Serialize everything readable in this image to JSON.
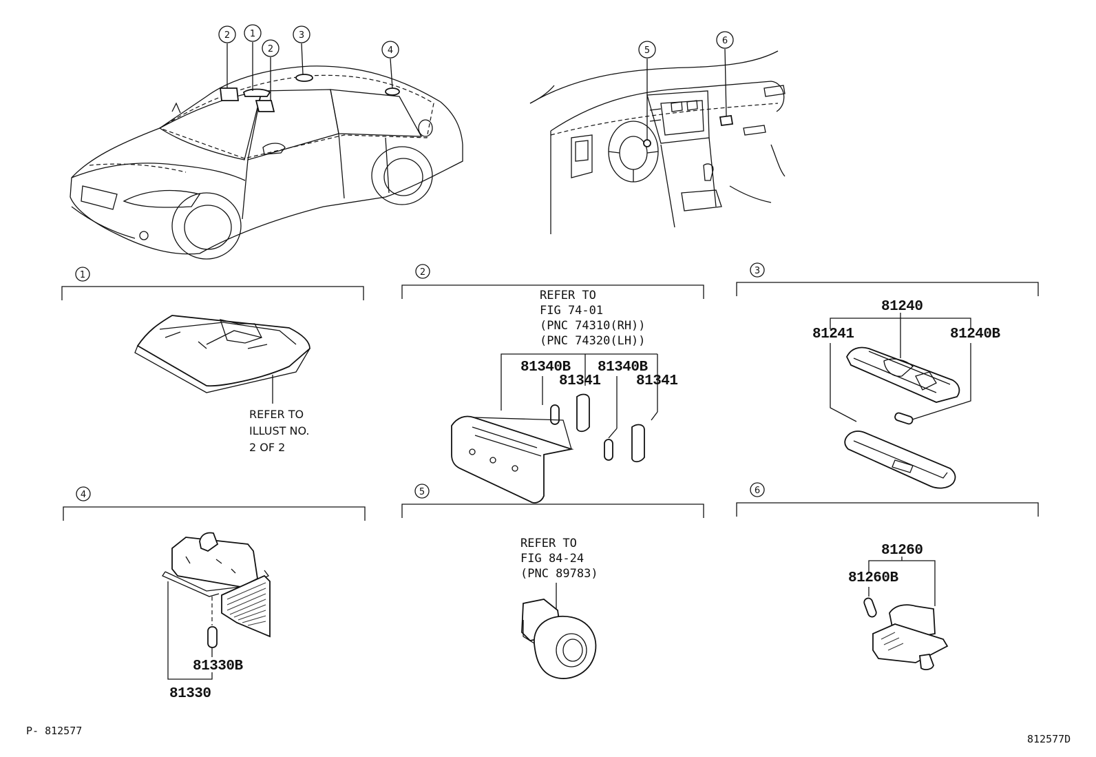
{
  "callouts": {
    "car": [
      "2",
      "1",
      "2",
      "3",
      "4"
    ],
    "dash": [
      "5",
      "6"
    ]
  },
  "sections": [
    {
      "number": "1"
    },
    {
      "number": "2"
    },
    {
      "number": "3"
    },
    {
      "number": "4"
    },
    {
      "number": "5"
    },
    {
      "number": "6"
    }
  ],
  "section1": {
    "refer": [
      "REFER TO",
      "ILLUST NO.",
      "2 OF 2"
    ]
  },
  "section2": {
    "refer": [
      "REFER TO",
      "FIG 74-01",
      "(PNC 74310(RH))",
      "(PNC 74320(LH))"
    ],
    "parts": [
      "81340B",
      "81341",
      "81340B",
      "81341"
    ]
  },
  "section3": {
    "parts": [
      "81240",
      "81241",
      "81240B"
    ]
  },
  "section4": {
    "parts": [
      "81330B",
      "81330"
    ]
  },
  "section5": {
    "refer": [
      "REFER TO",
      "FIG 84-24",
      "(PNC 89783)"
    ]
  },
  "section6": {
    "parts": [
      "81260",
      "81260B"
    ]
  },
  "footer": {
    "left": "P- 812577",
    "right": "812577D"
  }
}
